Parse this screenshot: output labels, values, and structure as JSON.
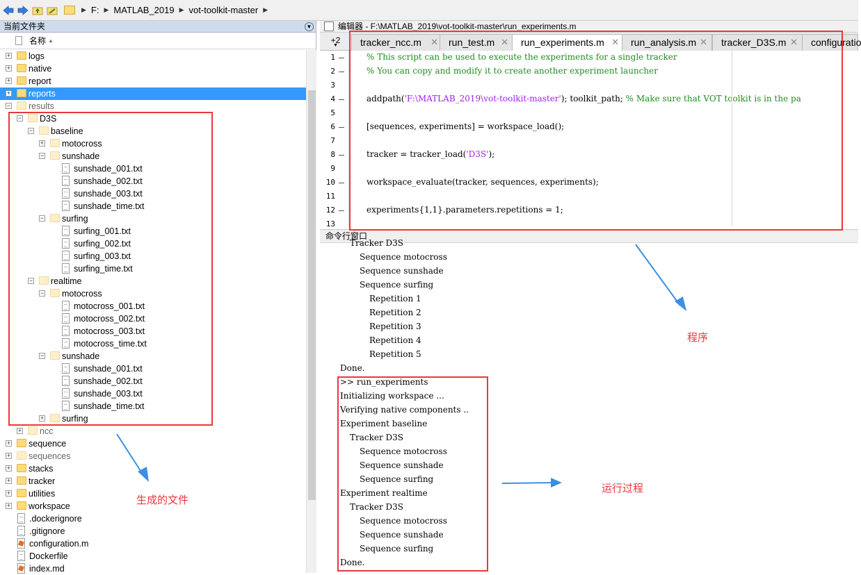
{
  "address_bar": {
    "path": [
      "F:",
      "MATLAB_2019",
      "vot-toolkit-master"
    ]
  },
  "file_browser": {
    "title": "当前文件夹",
    "column_header": "名称",
    "rows": [
      {
        "label": "logs",
        "kind": "folder"
      },
      {
        "label": "native",
        "kind": "folder"
      },
      {
        "label": "report",
        "kind": "folder"
      },
      {
        "label": "reports",
        "kind": "folder",
        "selected": true
      },
      {
        "label": "results",
        "kind": "folder"
      },
      {
        "label": "D3S",
        "kind": "folder"
      },
      {
        "label": "baseline",
        "kind": "folder"
      },
      {
        "label": "motocross",
        "kind": "folder"
      },
      {
        "label": "sunshade",
        "kind": "folder"
      },
      {
        "label": "sunshade_001.txt",
        "kind": "file"
      },
      {
        "label": "sunshade_002.txt",
        "kind": "file"
      },
      {
        "label": "sunshade_003.txt",
        "kind": "file"
      },
      {
        "label": "sunshade_time.txt",
        "kind": "file"
      },
      {
        "label": "surfing",
        "kind": "folder"
      },
      {
        "label": "surfing_001.txt",
        "kind": "file"
      },
      {
        "label": "surfing_002.txt",
        "kind": "file"
      },
      {
        "label": "surfing_003.txt",
        "kind": "file"
      },
      {
        "label": "surfing_time.txt",
        "kind": "file"
      },
      {
        "label": "realtime",
        "kind": "folder"
      },
      {
        "label": "motocross",
        "kind": "folder"
      },
      {
        "label": "motocross_001.txt",
        "kind": "file"
      },
      {
        "label": "motocross_002.txt",
        "kind": "file"
      },
      {
        "label": "motocross_003.txt",
        "kind": "file"
      },
      {
        "label": "motocross_time.txt",
        "kind": "file"
      },
      {
        "label": "sunshade",
        "kind": "folder"
      },
      {
        "label": "sunshade_001.txt",
        "kind": "file"
      },
      {
        "label": "sunshade_002.txt",
        "kind": "file"
      },
      {
        "label": "sunshade_003.txt",
        "kind": "file"
      },
      {
        "label": "sunshade_time.txt",
        "kind": "file"
      },
      {
        "label": "surfing",
        "kind": "folder"
      },
      {
        "label": "ncc",
        "kind": "folder"
      },
      {
        "label": "sequence",
        "kind": "folder"
      },
      {
        "label": "sequences",
        "kind": "folder"
      },
      {
        "label": "stacks",
        "kind": "folder"
      },
      {
        "label": "tracker",
        "kind": "folder"
      },
      {
        "label": "utilities",
        "kind": "folder"
      },
      {
        "label": "workspace",
        "kind": "folder"
      },
      {
        "label": ".dockerignore",
        "kind": "file"
      },
      {
        "label": ".gitignore",
        "kind": "file"
      },
      {
        "label": "configuration.m",
        "kind": "mfile"
      },
      {
        "label": "Dockerfile",
        "kind": "file"
      },
      {
        "label": "index.md",
        "kind": "mfile"
      }
    ]
  },
  "editor": {
    "title": "编辑器 - F:\\MATLAB_2019\\vot-toolkit-master\\run_experiments.m",
    "tab_overflow": "+2",
    "tabs": [
      {
        "label": "tracker_ncc.m"
      },
      {
        "label": "run_test.m"
      },
      {
        "label": "run_experiments.m",
        "active": true
      },
      {
        "label": "run_analysis.m"
      },
      {
        "label": "tracker_D3S.m"
      },
      {
        "label": "configuratio"
      }
    ],
    "line_numbers": [
      "1",
      "2",
      "3",
      "4",
      "5",
      "6",
      "7",
      "8",
      "9",
      "10",
      "11",
      "12",
      "13"
    ],
    "code": {
      "l1": "% This script can be used to execute the experiments for a single tracker",
      "l2": "% You can copy and modify it to create another experiment launcher",
      "l4a": "addpath(",
      "l4b": "'F:\\MATLAB_2019\\vot-toolkit-master'",
      "l4c": "); toolkit_path; ",
      "l4d": "% Make sure that VOT toolkit is in the pa",
      "l6": "[sequences, experiments] = workspace_load();",
      "l8a": "tracker = tracker_load(",
      "l8b": "'D3S'",
      "l8c": ");",
      "l10": "workspace_evaluate(tracker, sequences, experiments);",
      "l12": "experiments{1,1}.parameters.repetitions = 1;"
    }
  },
  "command_window": {
    "title": "命令行窗口",
    "lines": [
      "Tracker D3S",
      "Sequence motocross",
      "Sequence sunshade",
      "Sequence surfing",
      "Repetition 1",
      "Repetition 2",
      "Repetition 3",
      "Repetition 4",
      "Repetition 5",
      "Done.",
      ">> run_experiments",
      "Initializing workspace ...",
      "Verifying native components ..",
      "Experiment baseline",
      "Tracker D3S",
      "Sequence motocross",
      "Sequence sunshade",
      "Sequence surfing",
      "Experiment realtime",
      "Tracker D3S",
      "Sequence motocross",
      "Sequence sunshade",
      "Sequence surfing",
      "Done."
    ]
  },
  "annotations": {
    "program": "程序",
    "generated_files": "生成的文件",
    "run_process": "运行过程",
    "color": "#e8383d"
  }
}
